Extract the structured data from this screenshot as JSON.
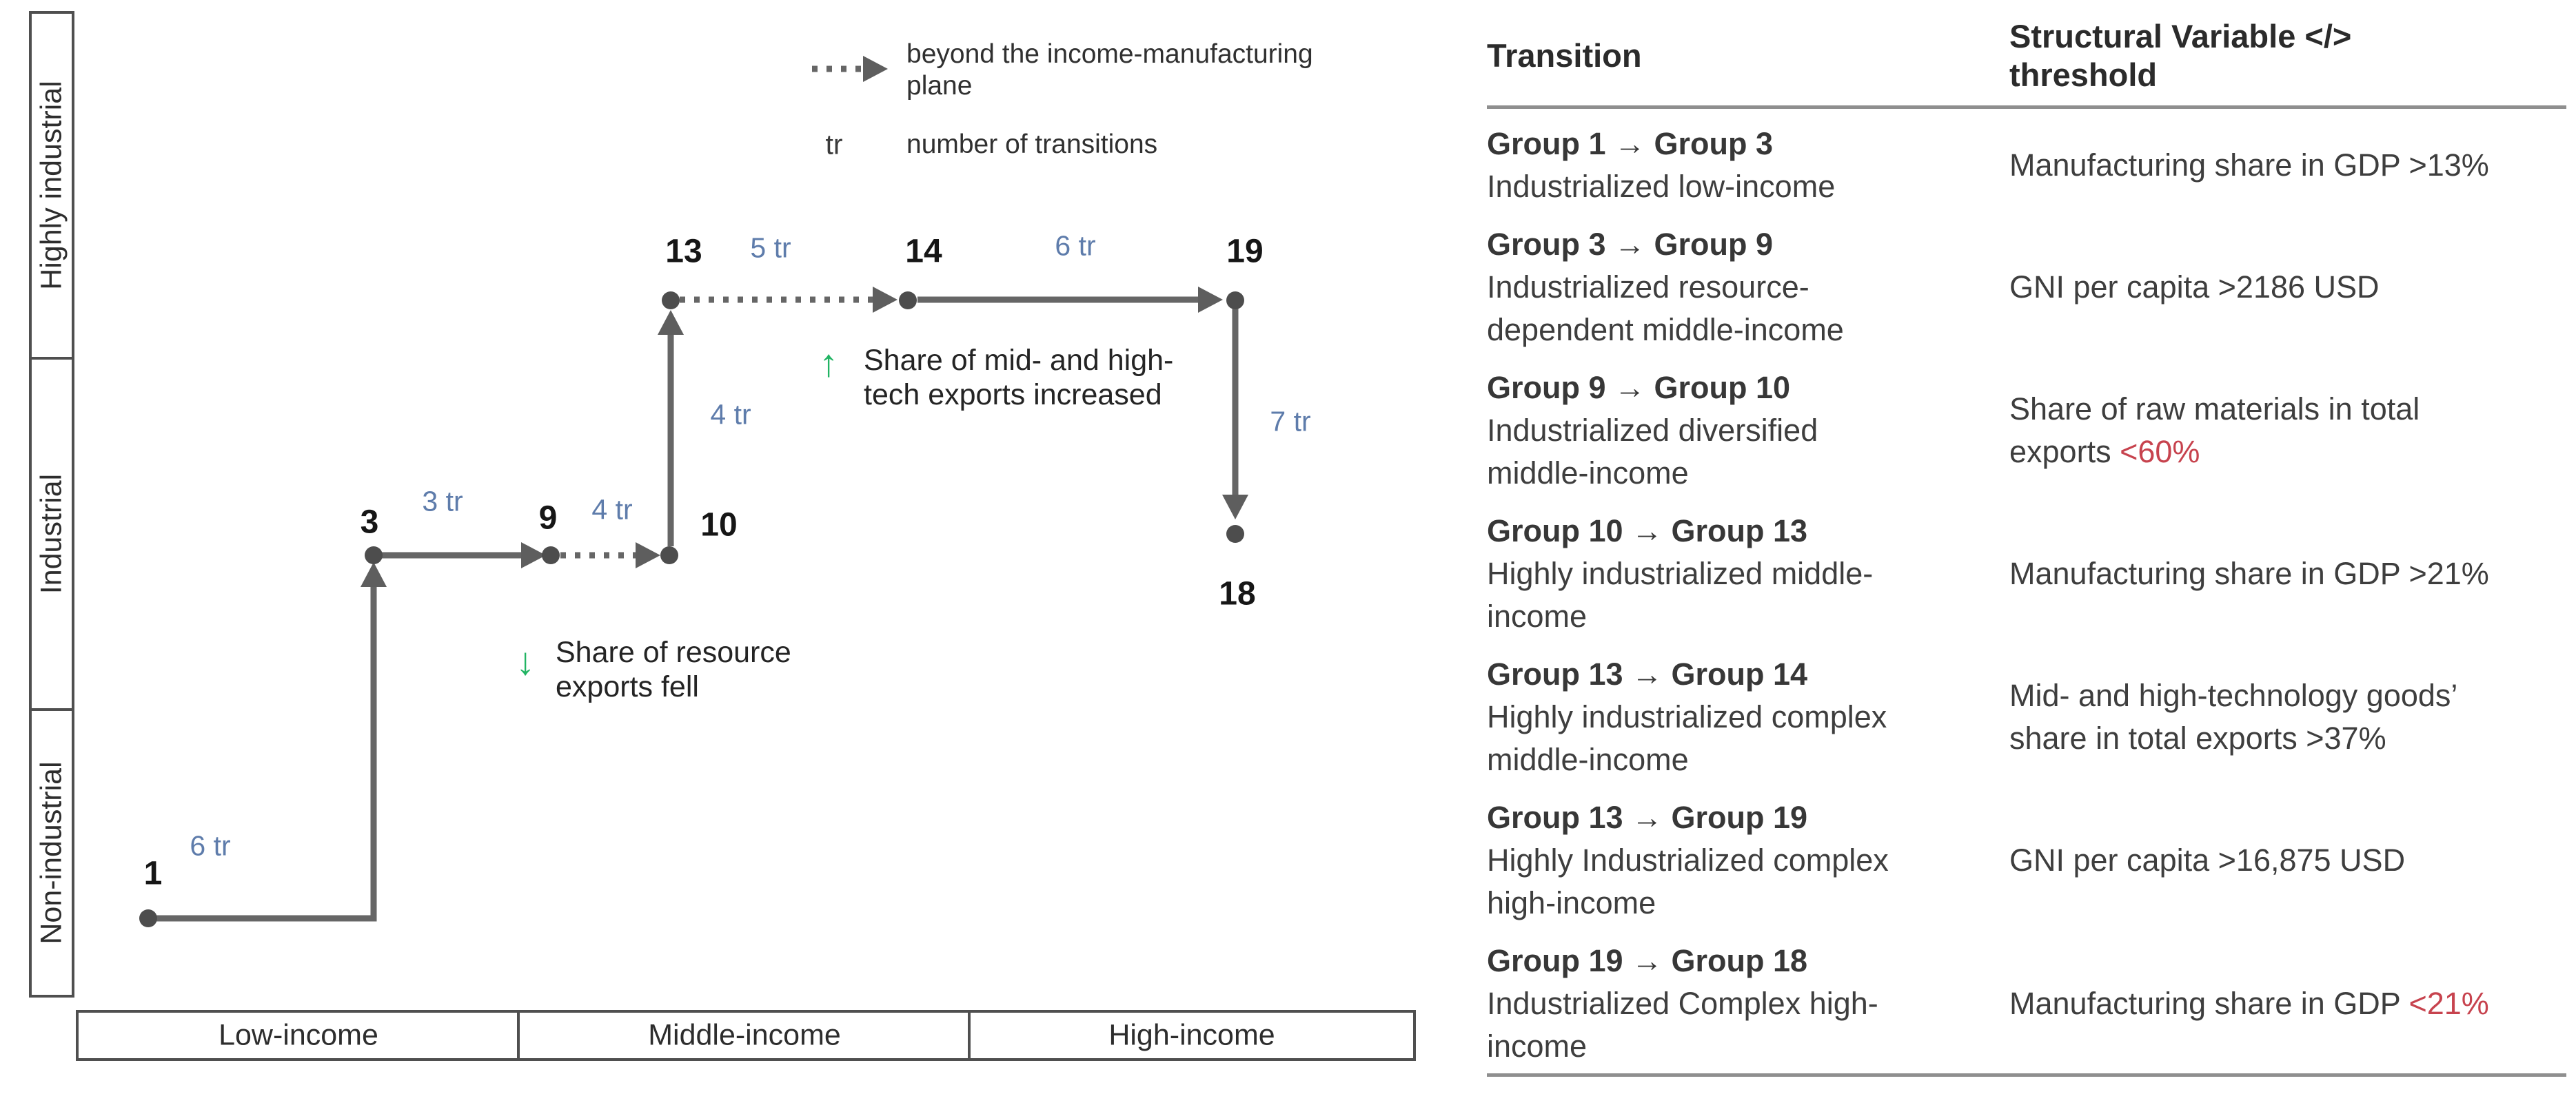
{
  "figure": {
    "legend": {
      "dotted_arrow_lines": [
        "beyond the income-manufacturing",
        "plane"
      ],
      "tr_symbol": "tr",
      "tr_label": "number of transitions"
    },
    "y_axis_bands": [
      "Highly industrial",
      "Industrial",
      "Non-industrial"
    ],
    "x_axis_bands": [
      "Low-income",
      "Middle-income",
      "High-income"
    ],
    "nodes": [
      "1",
      "3",
      "9",
      "10",
      "13",
      "14",
      "19",
      "18"
    ],
    "edges": [
      {
        "from": "1",
        "to": "3",
        "tr": "6 tr",
        "style": "solid"
      },
      {
        "from": "3",
        "to": "9",
        "tr": "3 tr",
        "style": "solid"
      },
      {
        "from": "9",
        "to": "10",
        "tr": "4 tr",
        "style": "dotted"
      },
      {
        "from": "10",
        "to": "13",
        "tr": "4 tr",
        "style": "solid"
      },
      {
        "from": "13",
        "to": "14",
        "tr": "5 tr",
        "style": "dotted"
      },
      {
        "from": "14",
        "to": "19",
        "tr": "6 tr",
        "style": "solid"
      },
      {
        "from": "19",
        "to": "18",
        "tr": "7 tr",
        "style": "solid"
      }
    ],
    "annotations": [
      {
        "arrow": "↑",
        "lines": [
          "Share of mid- and high-",
          "tech exports increased"
        ]
      },
      {
        "arrow": "↓",
        "lines": [
          "Share of resource",
          "exports fell"
        ]
      }
    ]
  },
  "table": {
    "header_col1": "Transition",
    "header_col2_line1": "Structural Variable </>",
    "header_col2_line2": "threshold",
    "rows": [
      {
        "title": "Group 1 → Group 3",
        "subtitle_lines": [
          "Industrialized low-income"
        ],
        "value_lines": [
          "Manufacturing share in GDP "
        ],
        "threshold": ">13%",
        "threshold_color": "#3e3e3e"
      },
      {
        "title": "Group 3 → Group 9",
        "subtitle_lines": [
          "Industrialized resource-",
          "dependent middle-income"
        ],
        "value_lines": [
          "GNI per capita "
        ],
        "threshold": ">2186 USD",
        "threshold_color": "#3e3e3e"
      },
      {
        "title": "Group 9 → Group 10",
        "subtitle_lines": [
          "Industrialized diversified",
          "middle-income"
        ],
        "value_lines": [
          "Share of raw materials in total",
          "exports "
        ],
        "threshold": "<60%",
        "threshold_color": "#c7434e"
      },
      {
        "title": "Group 10 → Group 13",
        "subtitle_lines": [
          "Highly industrialized  middle-",
          "income"
        ],
        "value_lines": [
          "Manufacturing share in GDP "
        ],
        "threshold": ">21%",
        "threshold_color": "#3e3e3e"
      },
      {
        "title": "Group 13 → Group 14",
        "subtitle_lines": [
          "Highly industrialized complex",
          "middle-income"
        ],
        "value_lines": [
          "Mid- and high-technology goods’",
          "share in total exports "
        ],
        "threshold": ">37%",
        "threshold_color": "#3e3e3e"
      },
      {
        "title": "Group 13 → Group 19",
        "subtitle_lines": [
          "Highly Industrialized complex",
          "high-income"
        ],
        "value_lines": [
          "GNI per capita "
        ],
        "threshold": ">16,875 USD",
        "threshold_color": "#3e3e3e"
      },
      {
        "title": "Group 19 → Group 18",
        "subtitle_lines": [
          "Industrialized Complex high-",
          "income"
        ],
        "value_lines": [
          "Manufacturing share in GDP "
        ],
        "threshold": "<21%",
        "threshold_color": "#c7434e"
      }
    ]
  },
  "colors": {
    "line_gray": "#666666",
    "node_gray": "#4d4d4d",
    "tr_blue": "#5e7cab",
    "green": "#21b463",
    "red": "#c7434e",
    "text_dark": "#3e3e3e",
    "rule_gray": "#8f8f8f"
  }
}
